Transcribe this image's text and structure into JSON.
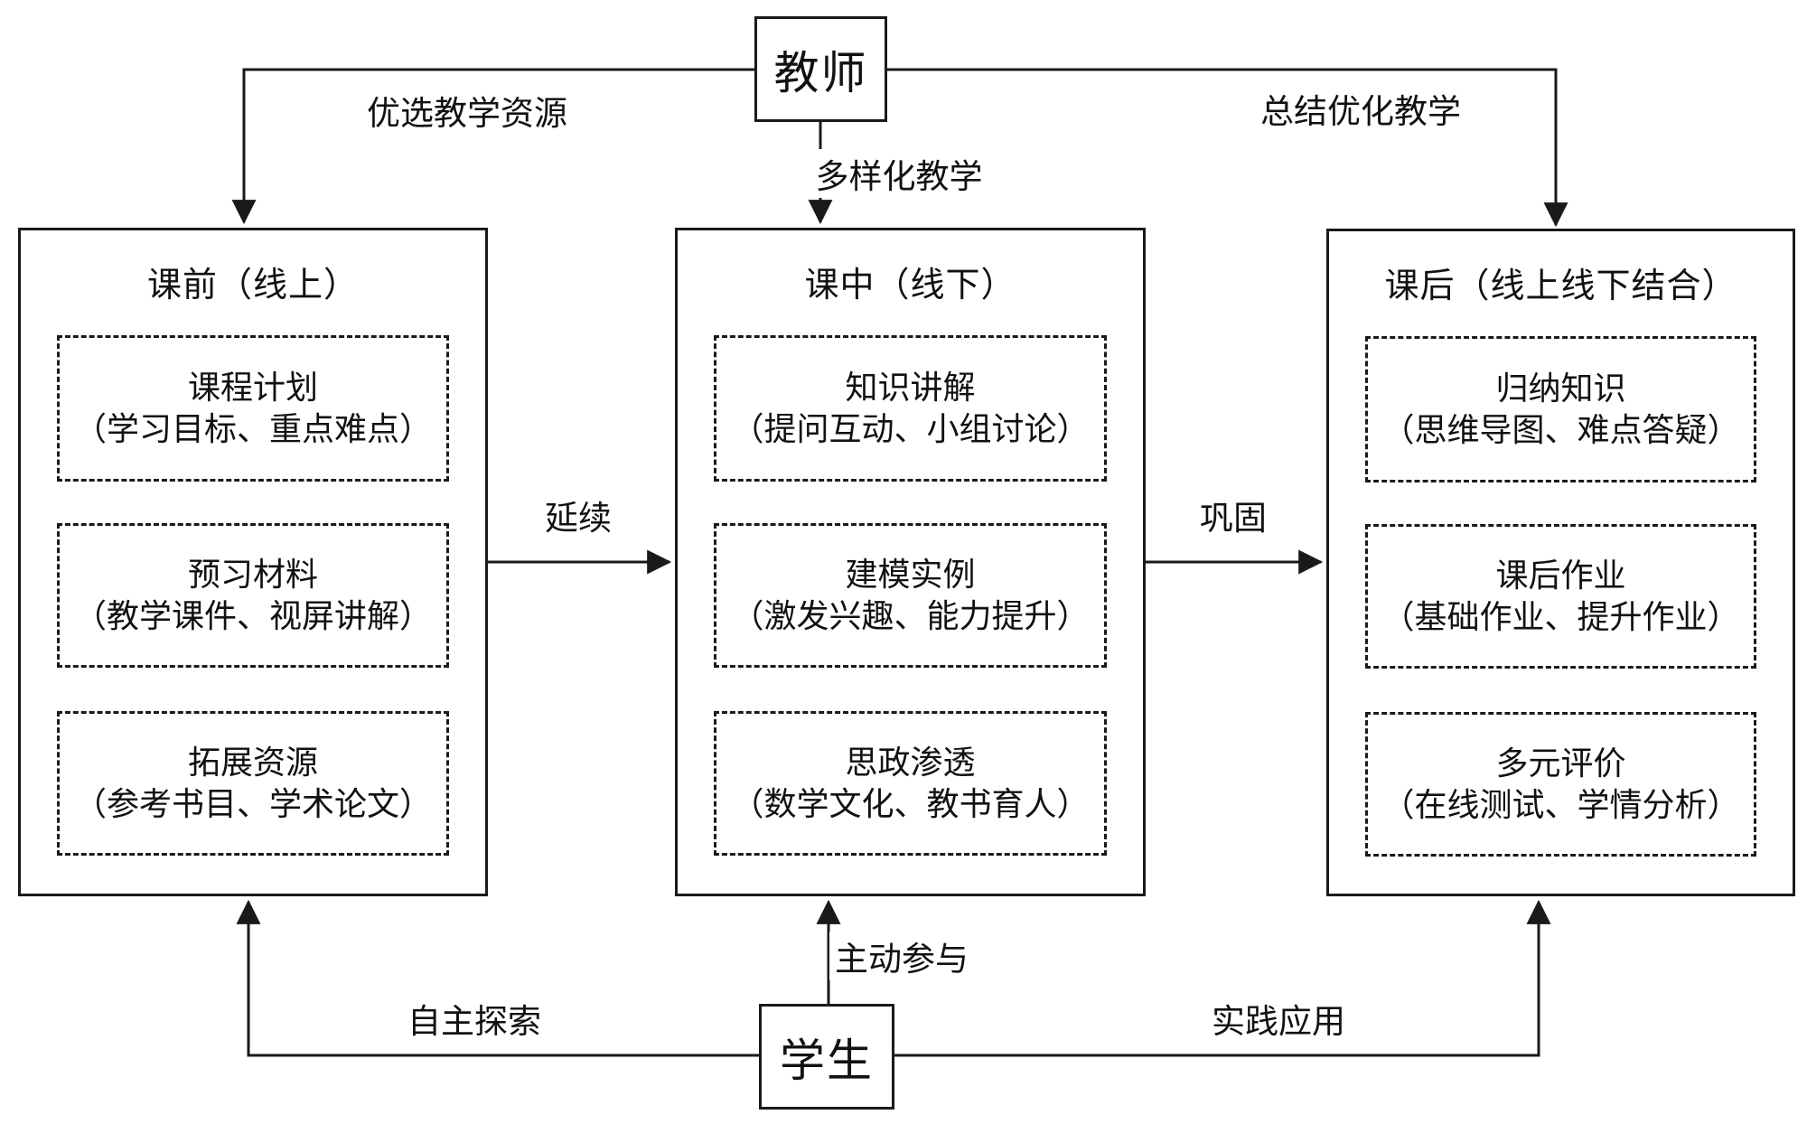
{
  "diagram_title": "blended-teaching-model-flowchart",
  "colors": {
    "line": "#1a1a1a",
    "background": "#ffffff",
    "text": "#111111"
  },
  "nodes": {
    "teacher": {
      "label": "教师"
    },
    "student": {
      "label": "学生"
    }
  },
  "columns": [
    {
      "id": "pre-class",
      "title": "课前（线上）",
      "items": [
        {
          "line1": "课程计划",
          "line2": "（学习目标、重点难点）"
        },
        {
          "line1": "预习材料",
          "line2": "（教学课件、视屏讲解）"
        },
        {
          "line1": "拓展资源",
          "line2": "（参考书目、学术论文）"
        }
      ]
    },
    {
      "id": "in-class",
      "title": "课中（线下）",
      "items": [
        {
          "line1": "知识讲解",
          "line2": "（提问互动、小组讨论）"
        },
        {
          "line1": "建模实例",
          "line2": "（激发兴趣、能力提升）"
        },
        {
          "line1": "思政渗透",
          "line2": "（数学文化、教书育人）"
        }
      ]
    },
    {
      "id": "after-class",
      "title": "课后（线上线下结合）",
      "items": [
        {
          "line1": "归纳知识",
          "line2": "（思维导图、难点答疑）"
        },
        {
          "line1": "课后作业",
          "line2": "（基础作业、提升作业）"
        },
        {
          "line1": "多元评价",
          "line2": "（在线测试、学情分析）"
        }
      ]
    }
  ],
  "edge_labels": {
    "teacher_to_pre": "优选教学资源",
    "teacher_to_in": "多样化教学",
    "teacher_to_after": "总结优化教学",
    "pre_to_in": "延续",
    "in_to_after": "巩固",
    "student_to_pre": "自主探索",
    "student_to_in": "主动参与",
    "student_to_after": "实践应用"
  }
}
